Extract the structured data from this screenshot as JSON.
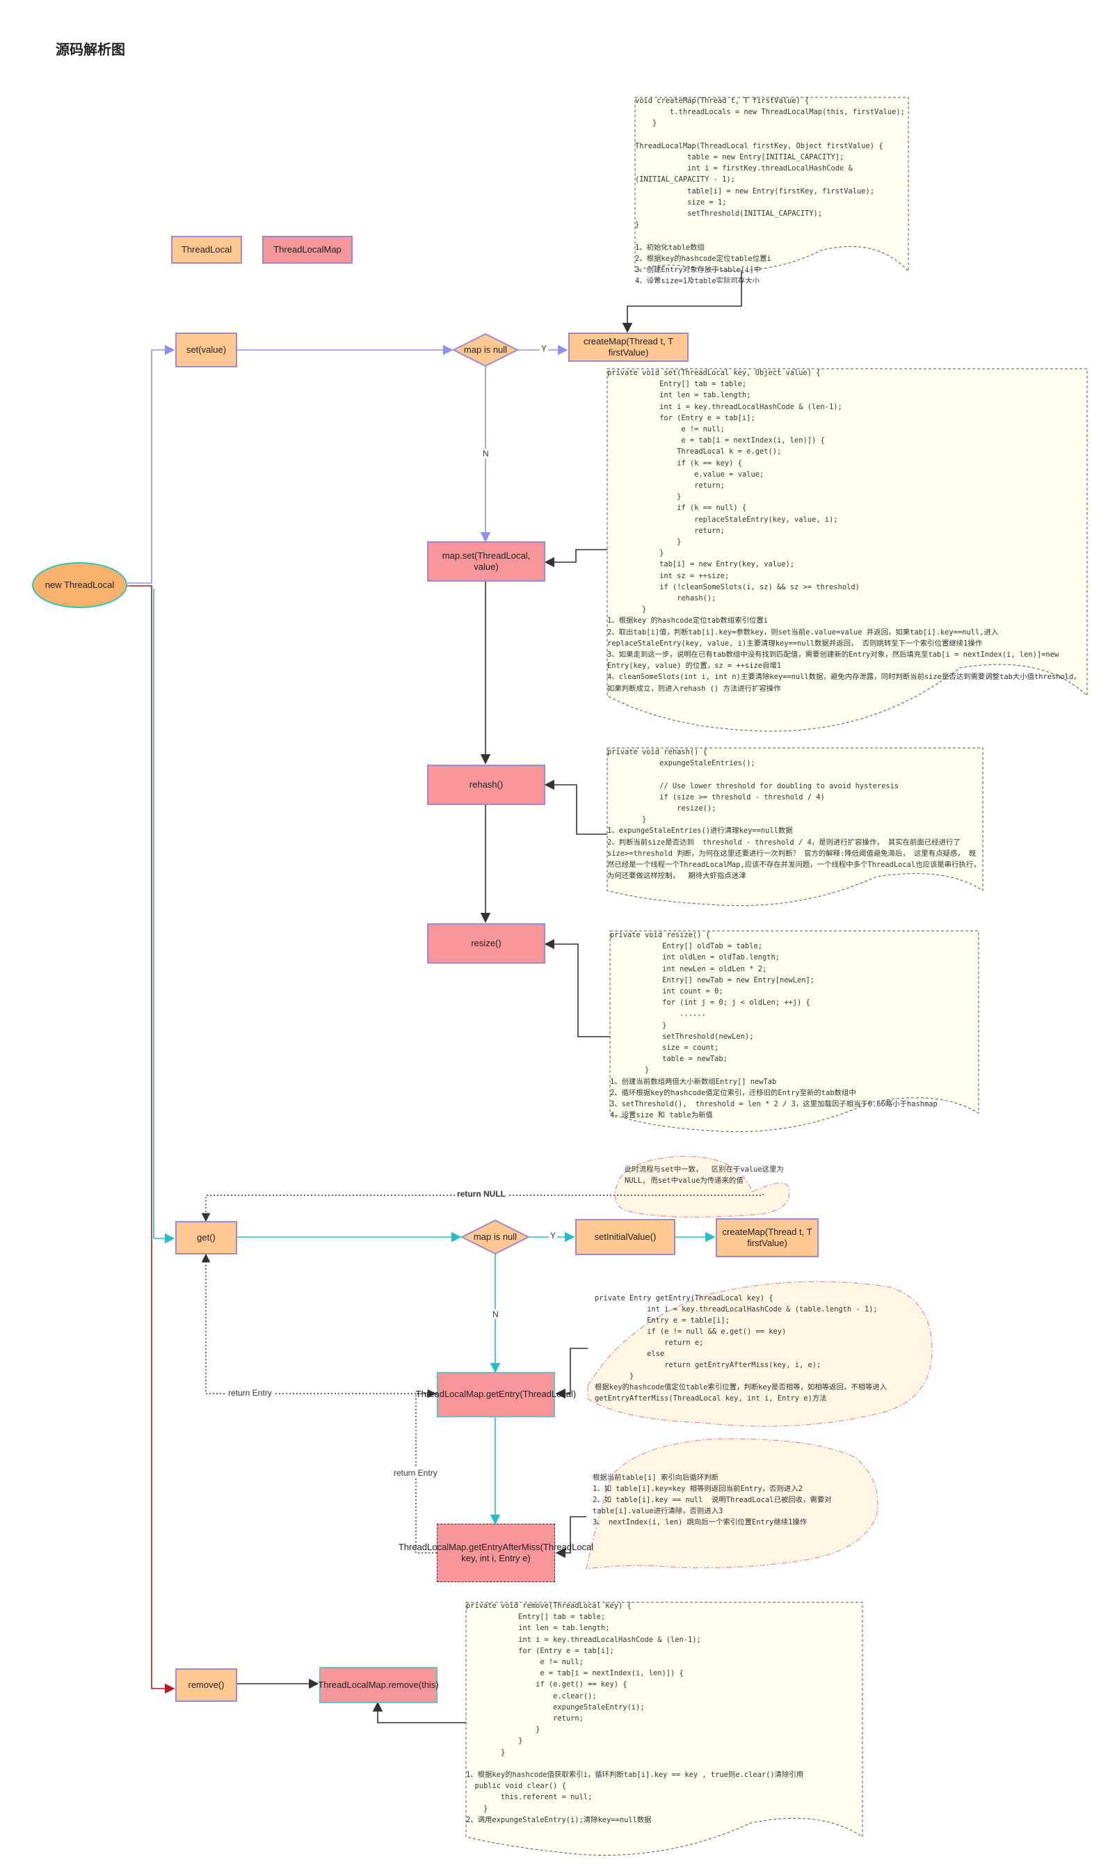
{
  "title": "源码解析图",
  "legend": {
    "threadlocal": "ThreadLocal",
    "threadlocalmap": "ThreadLocalMap"
  },
  "nodes": {
    "start": "new ThreadLocal",
    "set": "set(value)",
    "set_decision": "map is null",
    "create_map": "createMap(Thread t, T firstValue)",
    "map_set": "map.set(ThreadLocal, value)",
    "rehash": "rehash()",
    "resize": "resize()",
    "get": "get()",
    "get_decision": "map is null",
    "set_initial_value": "setInitialValue()",
    "get_create_map": "createMap(Thread t, T firstValue)",
    "get_entry": "ThreadLocalMap.getEntry(ThreadLocal)",
    "get_entry_after_miss": "ThreadLocalMap.getEntryAfterMiss(ThreadLocal key, int i, Entry e)",
    "remove": "remove()",
    "map_remove": "ThreadLocalMap.remove(this)"
  },
  "edge_labels": {
    "set_yes": "Y",
    "set_no": "N",
    "get_yes": "Y",
    "get_no": "N",
    "return_null": "return NULL",
    "return_entry_1": "return Entry",
    "return_entry_2": "return Entry"
  },
  "notes": {
    "create_map_code": "void createMap(Thread t, T firstValue) {\n        t.threadLocals = new ThreadLocalMap(this, firstValue);\n    }\n\nThreadLocalMap(ThreadLocal firstKey, Object firstValue) {\n            table = new Entry[INITIAL_CAPACITY];\n            int i = firstKey.threadLocalHashCode &\n(INITIAL_CAPACITY - 1);\n            table[i] = new Entry(firstKey, firstValue);\n            size = 1;\n            setThreshold(INITIAL_CAPACITY);\n}\n\n1、初始化table数组\n2、根据key的hashcode定位table位置i\n3、创建Entry对象存放于table[i]中\n4、设置size=1及table实际可存大小",
    "set_code": "private void set(ThreadLocal key, Object value) {\n            Entry[] tab = table;\n            int len = tab.length;\n            int i = key.threadLocalHashCode & (len-1);\n            for (Entry e = tab[i];\n                 e != null;\n                 e = tab[i = nextIndex(i, len)]) {\n                ThreadLocal k = e.get();\n                if (k == key) {\n                    e.value = value;\n                    return;\n                }\n                if (k == null) {\n                    replaceStaleEntry(key, value, i);\n                    return;\n                }\n            }\n            tab[i] = new Entry(key, value);\n            int sz = ++size;\n            if (!cleanSomeSlots(i, sz) && sz >= threshold)\n                rehash();\n        }\n1、根据key 的hashcode定位tab数组索引位置i\n2、取出tab[i]值，判断tab[i].key=参数key，则set当前e.value=value 并返回，如果tab[i].key==null,进入replaceStaleEntry(key, value, i)主要清理key==null数据并返回， 否则跳转至下一个索引位置继续1操作\n3、如果走到这一步，说明在已有tab数组中没有找到匹配值，需要创建新的Entry对象，然后填充至tab[i = nextIndex(i, len)]=new Entry(key, value) 的位置，sz = ++size自增1\n4、cleanSomeSlots(int i, int n)主要清除key==null数据，避免内存泄露，同时判断当前size是否达到需要调整tab大小值threshold，如果判断成立，则进入rehash () 方法进行扩容操作",
    "rehash_code": "private void rehash() {\n            expungeStaleEntries();\n\n            // Use lower threshold for doubling to avoid hysteresis\n            if (size >= threshold - threshold / 4)\n                resize();\n        }\n1、expungeStaleEntries()进行清理key==null数据\n2、判断当前size是否达到  threshold - threshold / 4，是则进行扩容操作， 其实在前面已经进行了size>=threshold 判断，为何在这里还要进行一次判断？ 官方的解释:降低阈值避免滞后， 这里有点疑惑， 既然已经是一个线程一个ThreadLocalMap,应该不存在并发问题，一个线程中多个ThreadLocal也应该是串行执行，为何还要做这样控制，  期待大虾指点迷津",
    "resize_code": "private void resize() {\n            Entry[] oldTab = table;\n            int oldLen = oldTab.length;\n            int newLen = oldLen * 2;\n            Entry[] newTab = new Entry[newLen];\n            int count = 0;\n            for (int j = 0; j < oldLen; ++j) {\n                ......\n            }\n            setThreshold(newLen);\n            size = count;\n            table = newTab;\n        }\n1、创建当前数组两倍大小新数组Entry[] newTab\n2、循环根据key的hashcode值定位索引，迁移旧的Entry至新的tab数组中\n3、setThreshold(),  threshold = len * 2 / 3，这里加载因子相当于0.66略小于hashmap\n4、设置size 和 table为新值",
    "get_cloud_small": "此时流程与set中一致，  区别在于value这里为NULL, 而set中value为传递来的值",
    "get_entry_cloud": "private Entry getEntry(ThreadLocal key) {\n            int i = key.threadLocalHashCode & (table.length - 1);\n            Entry e = table[i];\n            if (e != null && e.get() == key)\n                return e;\n            else\n                return getEntryAfterMiss(key, i, e);\n        }\n根据key的hashcode值定位table索引位置，判断key是否相等，如相等返回，不相等进入getEntryAfterMiss(ThreadLocal key, int i, Entry e)方法",
    "miss_cloud": "根据当前table[i] 索引向后循环判断\n1、如 table[i].key=key 相等则返回当前Entry，否则进入2\n2、如 table[i].key == null  说明ThreadLocal已被回收，需要对table[i].value进行清除，否则进入3\n3、 nextIndex(i, len) 跳向后一个索引位置Entry继续1操作",
    "remove_code": "private void remove(ThreadLocal key) {\n            Entry[] tab = table;\n            int len = tab.length;\n            int i = key.threadLocalHashCode & (len-1);\n            for (Entry e = tab[i];\n                 e != null;\n                 e = tab[i = nextIndex(i, len)]) {\n                if (e.get() == key) {\n                    e.clear();\n                    expungeStaleEntry(i);\n                    return;\n                }\n            }\n        }\n\n1、根据key的hashcode值获取索引i，循环判断tab[i].key == key , true则e.clear()清除引用\n  public void clear() {\n        this.referent = null;\n    }\n2、调用expungeStaleEntry(i);清除key==null数据"
  },
  "colors": {
    "blue_line": "#8F8FF3",
    "cyan_line": "#22C0C6",
    "red_line": "#C0181E",
    "dark_line": "#333333",
    "node_orange": "#FFC890",
    "node_pink": "#F7969A",
    "note_fill": "#FFFFF0",
    "cloud_fill": "#FFF6E4",
    "cloud_border": "#F08C96"
  }
}
